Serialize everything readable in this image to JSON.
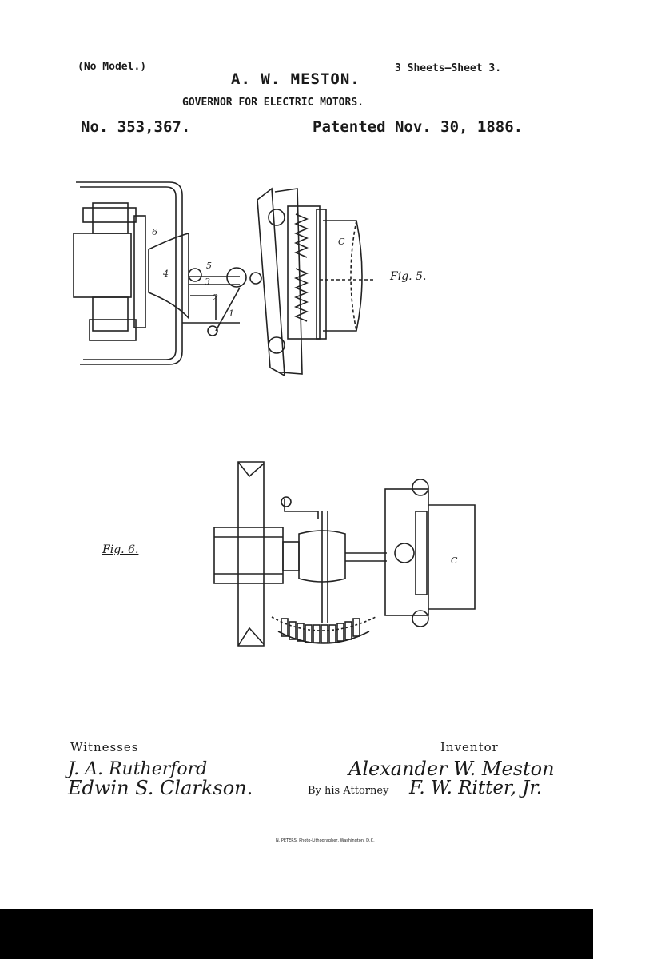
{
  "header": {
    "no_model": "(No Model.)",
    "sheets": "3 Sheets—Sheet 3.",
    "inventor_name": "A. W. MESTON.",
    "title": "GOVERNOR FOR ELECTRIC MOTORS.",
    "patent_no": "No. 353,367.",
    "patented": "Patented Nov. 30, 1886."
  },
  "figures": {
    "fig5_label": "Fig. 5.",
    "fig6_label": "Fig. 6."
  },
  "signatures": {
    "witnesses_label": "Witnesses",
    "witness_1": "J. A. Rutherford",
    "witness_2": "Edwin S. Clarkson.",
    "inventor_label": "Inventor",
    "inventor_signature": "Alexander W. Meston",
    "by_his_attorney": "By his Attorney",
    "attorney_signature": "F. W. Ritter, Jr."
  },
  "footer": {
    "printer": "N. PETERS, Photo-Lithographer, Washington, D.C."
  }
}
